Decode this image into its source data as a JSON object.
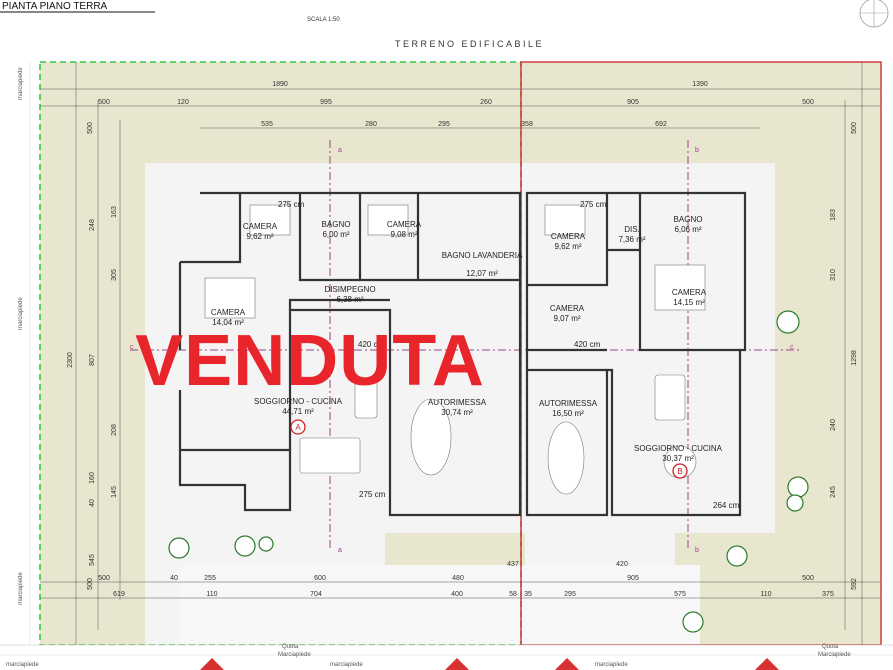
{
  "header": {
    "title": "PIANTA PIANO TERRA",
    "scale": "SCALA 1:50",
    "subtitle": "TERRENO EDIFICABILE"
  },
  "stamp": "VENDUTA",
  "labels": {
    "marciapiede": "marciapiede",
    "quota": "Quota",
    "quota_sub": "Marciapiede"
  },
  "units": {
    "A": {
      "badge": "A",
      "rooms": [
        {
          "key": "camera1",
          "name": "CAMERA",
          "area": "9,62 m²"
        },
        {
          "key": "bagno",
          "name": "BAGNO",
          "area": "6,00 m²"
        },
        {
          "key": "camera2",
          "name": "CAMERA",
          "area": "9,08 m²"
        },
        {
          "key": "lavanderia",
          "name": "BAGNO LAVANDERIA",
          "area": "12,07 m²"
        },
        {
          "key": "camera3",
          "name": "CAMERA",
          "area": "14,04 m²"
        },
        {
          "key": "disimpegno",
          "name": "DISIMPEGNO",
          "area": "6,38 m²"
        },
        {
          "key": "soggiorno",
          "name": "SOGGIORNO - CUCINA",
          "area": "44,71 m²"
        },
        {
          "key": "autorimessa",
          "name": "AUTORIMESSA",
          "area": "30,74 m²"
        }
      ]
    },
    "B": {
      "badge": "B",
      "rooms": [
        {
          "key": "camera1",
          "name": "CAMERA",
          "area": "9,62 m²"
        },
        {
          "key": "dis",
          "name": "DIS.",
          "area": "7,36 m²"
        },
        {
          "key": "bagno",
          "name": "BAGNO",
          "area": "6,06 m²"
        },
        {
          "key": "camera2",
          "name": "CAMERA",
          "area": "14,15 m²"
        },
        {
          "key": "camera3",
          "name": "CAMERA",
          "area": "9,07 m²"
        },
        {
          "key": "autorimessa",
          "name": "AUTORIMESSA",
          "area": "16,50 m²"
        },
        {
          "key": "soggiorno",
          "name": "SOGGIORNO - CUCINA",
          "area": "30,37 m²"
        }
      ]
    }
  },
  "heights": {
    "h1": "275 cm",
    "h2": "420 cm",
    "h3": "275 cm",
    "h4": "275 cm",
    "h5": "420 cm",
    "h6": "264 cm"
  },
  "dims_top": {
    "total_a": "1890",
    "total_b": "1390",
    "row2": [
      "500",
      "120",
      "995",
      "260",
      "905",
      "500"
    ],
    "row3": [
      "535",
      "280",
      "295",
      "358",
      "692"
    ]
  },
  "dims_bottom": {
    "row1": [
      "500",
      "40",
      "255",
      "600",
      "480",
      "437",
      "420",
      "905",
      "500"
    ],
    "row2": [
      "619",
      "110",
      "704",
      "400",
      "58",
      "35",
      "295",
      "575",
      "110",
      "375"
    ]
  },
  "dims_left": {
    "outer": "2300",
    "mid": [
      "248",
      "807",
      "545"
    ],
    "inner": [
      "500",
      "163",
      "305",
      "208",
      "160",
      "40",
      "145",
      "500"
    ]
  },
  "dims_right": {
    "mid": [
      "183",
      "310",
      "1298",
      "240",
      "245"
    ],
    "outer": [
      "500",
      "592"
    ]
  },
  "sections": {
    "a": "a",
    "b": "b",
    "c": "c"
  }
}
